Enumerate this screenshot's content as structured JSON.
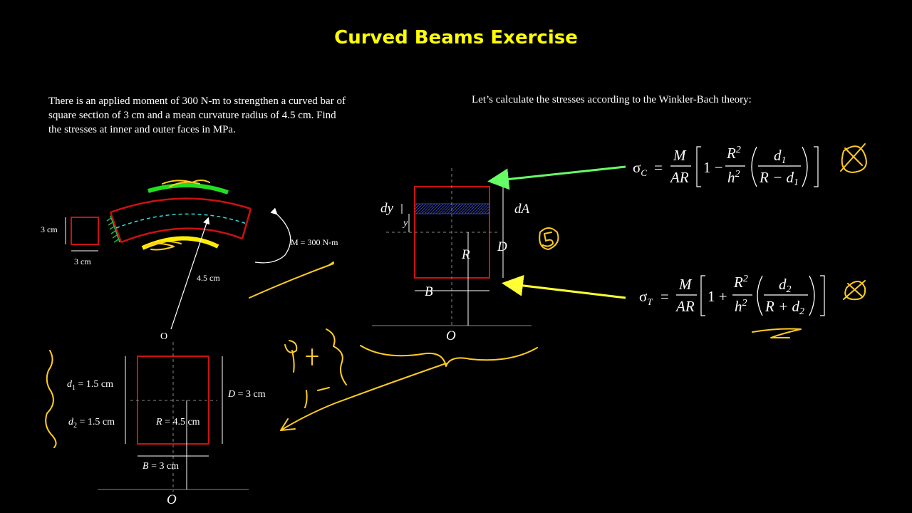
{
  "title": "Curved Beams Exercise",
  "problem_text": "There is an applied moment of 300 N-m to strengthen a curved bar of square section of 3 cm and a mean curvature radius of 4.5 cm. Find the stresses at inner and outer faces in MPa.",
  "intro_text": "Let’s calculate the stresses according to the Winkler-Bach theory:",
  "colors": {
    "background": "#000000",
    "title": "#ffff00",
    "section": "#cc1111",
    "green_arrow": "#66ff66",
    "yellow_ink": "#ffcc22",
    "centroid_line": "#33dddd"
  },
  "beam_sketch": {
    "square_height": "3 cm",
    "square_width": "3 cm",
    "moment": "M = 300 N-m",
    "radius": "4.5 cm",
    "origin": "O"
  },
  "section_detail": {
    "d1": "d",
    "d1_sub": "1",
    "d1_val": " = 1.5 cm",
    "d2": "d",
    "d2_sub": "2",
    "d2_val": " = 1.5 cm",
    "R_label": "R",
    "R_val": " = 4.5 cm",
    "D_label": "D",
    "D_val": " = 3 cm",
    "B_label": "B",
    "B_val": " = 3 cm",
    "origin": "O"
  },
  "element_diagram": {
    "dy": "dy",
    "dA": "dA",
    "y": "y",
    "R": "R",
    "D": "D",
    "B": "B",
    "origin": "O"
  },
  "formulas": {
    "compression": {
      "sigma": "σ",
      "sub": "C",
      "eq": "=",
      "M": "M",
      "AR": "AR",
      "one_minus": "1 −",
      "R2": "R",
      "sq": "2",
      "h2": "h",
      "d": "d",
      "d_sub": "1",
      "den": "R − d",
      "den_sub": "1"
    },
    "tension": {
      "sigma": "σ",
      "sub": "T",
      "eq": "=",
      "M": "M",
      "AR": "AR",
      "one_plus": "1 +",
      "R2": "R",
      "sq": "2",
      "h2": "h",
      "d": "d",
      "d_sub": "2",
      "den": "R + d",
      "den_sub": "2"
    }
  },
  "annotations": {
    "plus_mark": "+",
    "minus_mark": "−"
  }
}
